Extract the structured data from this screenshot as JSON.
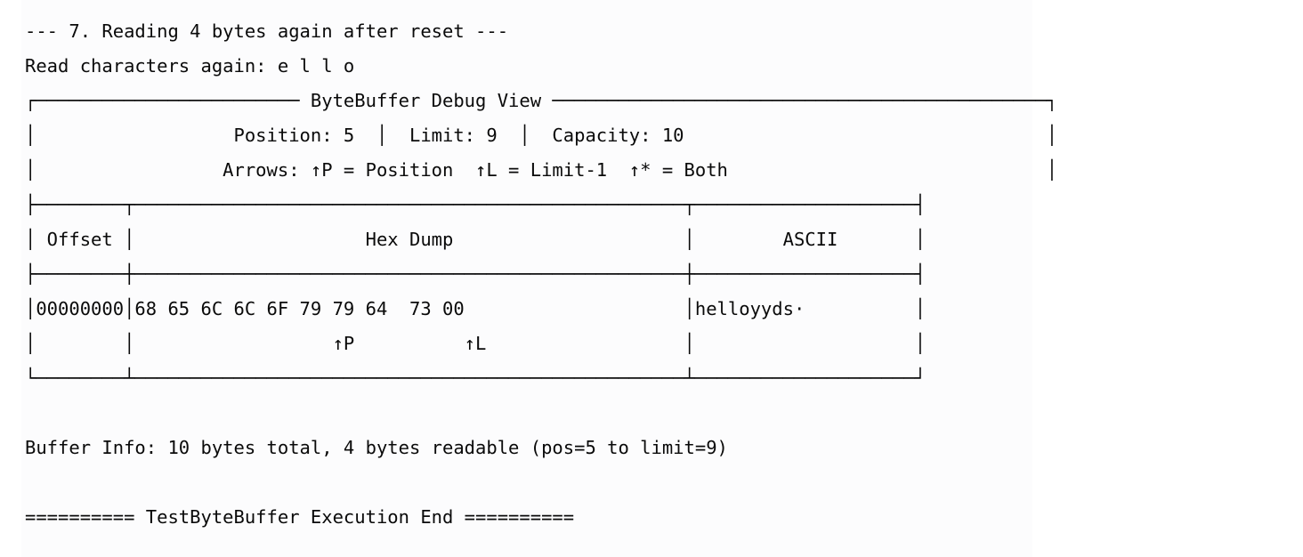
{
  "console": {
    "background_color": "#fdfdfd",
    "text_color": "#0a0a0a",
    "section_header": "--- 7. Reading 4 bytes again after reset ---",
    "read_result_line": "Read characters again: e l l o",
    "buffer_info_line": "Buffer Info: 10 bytes total, 4 bytes readable (pos=5 to limit=9)",
    "execution_end_line": "========== TestByteBuffer Execution End =========="
  },
  "debug_view": {
    "title": "ByteBuffer Debug View",
    "title_row": "┌──────────────────────── ByteBuffer Debug View ─────────────────────────────────────────────┐",
    "stats_row": "│                  Position: 5  │  Limit: 9  │  Capacity: 10                                 │",
    "legend_row": "│                 Arrows: ↑P = Position  ↑L = Limit-1  ↑* = Both                             │",
    "header_separator_top": "├────────┬──────────────────────────────────────────────────┬────────────────────┤",
    "column_header_row": "│ Offset │                     Hex Dump                     │        ASCII       │",
    "header_separator_bottom": "├────────┼──────────────────────────────────────────────────┼────────────────────┤",
    "data_row": "│00000000│68 65 6C 6C 6F 79 79 64  73 00                    │helloyyds·          │",
    "arrow_row": "│        │                  ↑P          ↑L                  │                    │",
    "bottom_border": "└────────┴──────────────────────────────────────────────────┴────────────────────┘",
    "stats": {
      "position_label": "Position:",
      "position_value": "5",
      "limit_label": "Limit:",
      "limit_value": "9",
      "capacity_label": "Capacity:",
      "capacity_value": "10"
    },
    "legend": {
      "prefix": "Arrows:",
      "position_marker": "↑P = Position",
      "limit_marker": "↑L = Limit-1",
      "both_marker": "↑* = Both"
    },
    "columns": [
      "Offset",
      "Hex Dump",
      "ASCII"
    ],
    "rows": [
      {
        "offset": "00000000",
        "hex": "68 65 6C 6C 6F 79 79 64  73 00",
        "ascii": "helloyyds·",
        "bytes": [
          "68",
          "65",
          "6C",
          "6C",
          "6F",
          "79",
          "79",
          "64",
          "73",
          "00"
        ],
        "position_arrow": "↑P",
        "position_arrow_index": 5,
        "limit_arrow": "↑L",
        "limit_arrow_index": 8
      }
    ]
  }
}
